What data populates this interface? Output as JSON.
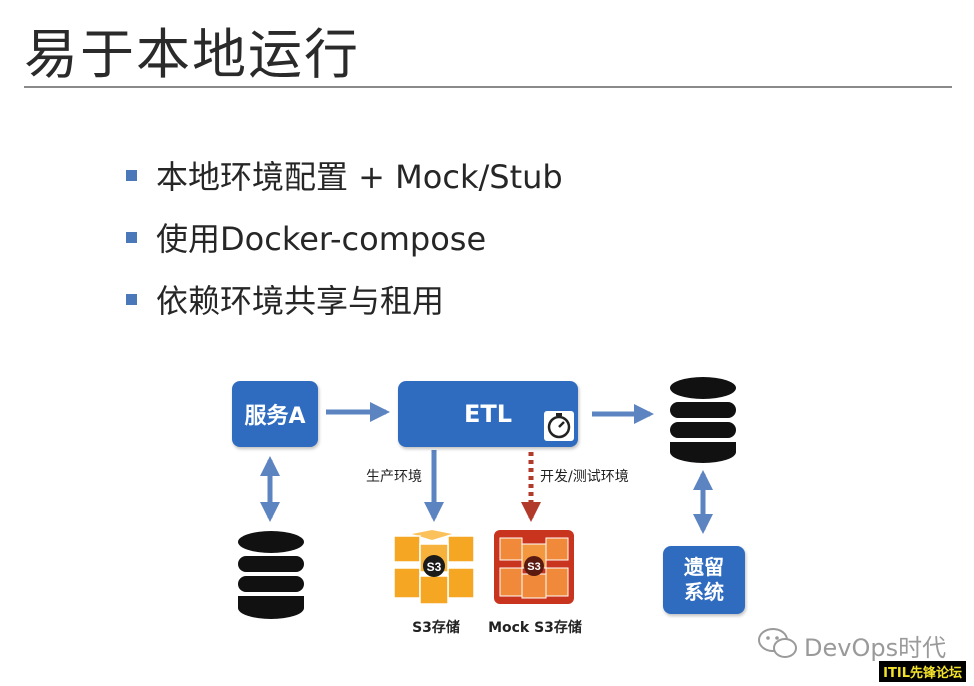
{
  "slide": {
    "title": "易于本地运行",
    "bullets": [
      "本地环境配置 + Mock/Stub",
      "使用Docker-compose",
      "依赖环境共享与租用"
    ]
  },
  "diagram": {
    "service_a": "服务A",
    "etl": "ETL",
    "legacy_line1": "遗留",
    "legacy_line2": "系统",
    "prod_label": "生产环境",
    "dev_label": "开发/测试环境",
    "s3_icon_text": "S3",
    "mock_icon_text": "S3",
    "s3_caption": "S3存储",
    "mock_caption": "Mock S3存储",
    "colors": {
      "box_blue": "#2f6cc0",
      "arrow_blue": "#5b84c0",
      "dev_arrow": "#b23a2a",
      "s3_orange": "#f5a623",
      "mock_red": "#c8341e"
    }
  },
  "watermark": {
    "brand": "DevOps时代",
    "badge": "ITIL先锋论坛"
  }
}
